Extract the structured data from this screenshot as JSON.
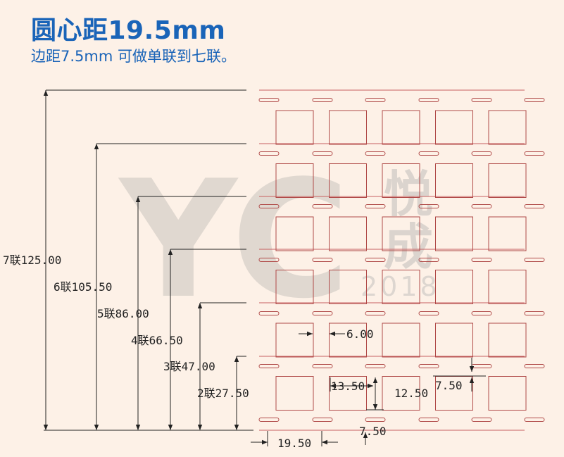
{
  "header": {
    "title": "圆心距19.5mm",
    "subtitle": "边距7.5mm 可做单联到七联。"
  },
  "watermark": {
    "brand_glyphs": "YC",
    "name_top": "悦",
    "name_bottom": "成",
    "year": "2018"
  },
  "dimensions": {
    "height_labels": [
      {
        "text": "7联125.00",
        "value": 125.0
      },
      {
        "text": "6联105.50",
        "value": 105.5
      },
      {
        "text": "5联86.00",
        "value": 86.0
      },
      {
        "text": "4联66.50",
        "value": 66.5
      },
      {
        "text": "3联47.00",
        "value": 47.0
      },
      {
        "text": "2联27.50",
        "value": 27.5
      }
    ],
    "gap_label": "6.00",
    "cell_width_label": "13.50",
    "cell_height_label": "12.50",
    "side_margin_label": "7.50",
    "bottom_margin_label": "7.50",
    "pitch_label": "19.50"
  },
  "grid": {
    "columns": 5,
    "rows": 6,
    "pitch_mm": 19.5,
    "cell_mm": [
      13.5,
      12.5
    ],
    "edge_margin_mm": 7.5
  },
  "colors": {
    "title": "#1a64b8",
    "outline": "#b04a48",
    "background": "#fdf1e7",
    "watermark": "#d9d4cf"
  }
}
